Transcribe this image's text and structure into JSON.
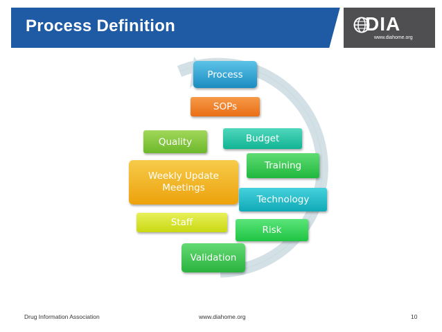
{
  "header": {
    "title": "Process Definition",
    "logo_text": "DIA",
    "logo_url": "www.diahome.org"
  },
  "diagram": {
    "process": "Process",
    "sops": "SOPs",
    "quality": "Quality",
    "budget": "Budget",
    "training": "Training",
    "weekly": "Weekly Update Meetings",
    "technology": "Technology",
    "staff": "Staff",
    "risk": "Risk",
    "validation": "Validation"
  },
  "footer": {
    "org": "Drug Information Association",
    "url": "www.diahome.org",
    "page": "10"
  },
  "colors": {
    "header_blue": "#1f5aa5",
    "logo_grey": "#4f4f52",
    "cycle_arrow": "#d3e1e6",
    "process": "#2b9ac8",
    "sops": "#ef7d22",
    "quality": "#7fc23a",
    "budget": "#24c3a3",
    "training": "#31c74d",
    "weekly": "#f0b31c",
    "technology": "#1bb8c4",
    "staff": "#d9e62a",
    "risk": "#2fd253",
    "validation": "#3bc44c"
  }
}
